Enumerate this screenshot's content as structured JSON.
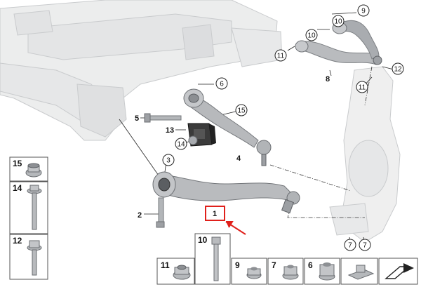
{
  "diagram": {
    "callouts": {
      "c1": "1",
      "c2": "2",
      "c3": "3",
      "c4": "4",
      "c5": "5",
      "c6": "6",
      "c7a": "7",
      "c7b": "7",
      "c8": "8",
      "c9": "9",
      "c10a": "10",
      "c10b": "10",
      "c11a": "11",
      "c11b": "11",
      "c12": "12",
      "c13": "13",
      "c14": "14",
      "c15": "15"
    },
    "highlight_color": "#e0201b"
  },
  "legend": {
    "left": [
      {
        "num": "15",
        "icon": "flange-nut-icon"
      },
      {
        "num": "14",
        "icon": "flange-bolt-icon"
      },
      {
        "num": "12",
        "icon": "flange-bolt-long-icon"
      }
    ],
    "long_bolt": {
      "num": "10",
      "icon": "long-bolt-icon"
    },
    "bottom": [
      {
        "num": "11",
        "icon": "hex-nut-icon"
      },
      {
        "num": "9",
        "icon": "self-locking-nut-icon"
      },
      {
        "num": "7",
        "icon": "collar-nut-icon"
      },
      {
        "num": "6",
        "icon": "tall-nut-icon"
      },
      {
        "num": "",
        "icon": "cage-nut-icon"
      }
    ],
    "nav_icon": "next-page-arrow-icon"
  }
}
